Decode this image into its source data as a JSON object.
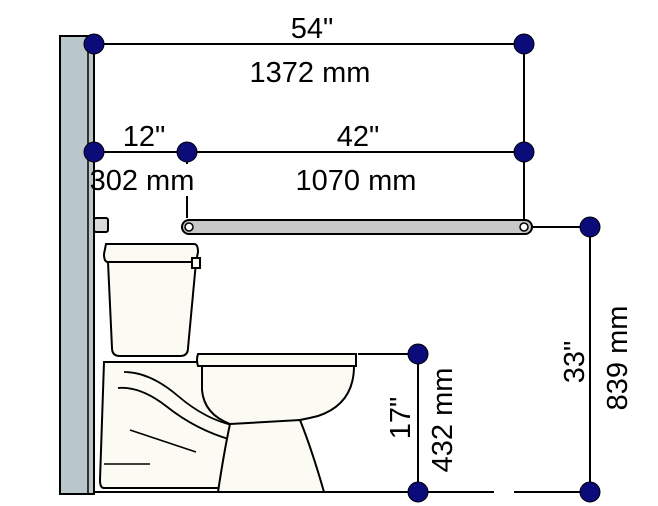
{
  "dimensions": {
    "overall_width": {
      "imperial": "54\"",
      "metric": "1372 mm"
    },
    "wall_to_bar": {
      "imperial": "12\"",
      "metric": "302 mm"
    },
    "bar_length": {
      "imperial": "42\"",
      "metric": "1070 mm"
    },
    "seat_height": {
      "imperial": "17\"",
      "metric": "432 mm"
    },
    "bar_height": {
      "imperial": "33\"",
      "metric": "839 mm"
    }
  },
  "colors": {
    "marker": "#0b0b7a",
    "wall": "#b9c6cc",
    "fixture": "#fbfbf3",
    "grab_bar": "#c8c8c8",
    "line": "#000000"
  }
}
